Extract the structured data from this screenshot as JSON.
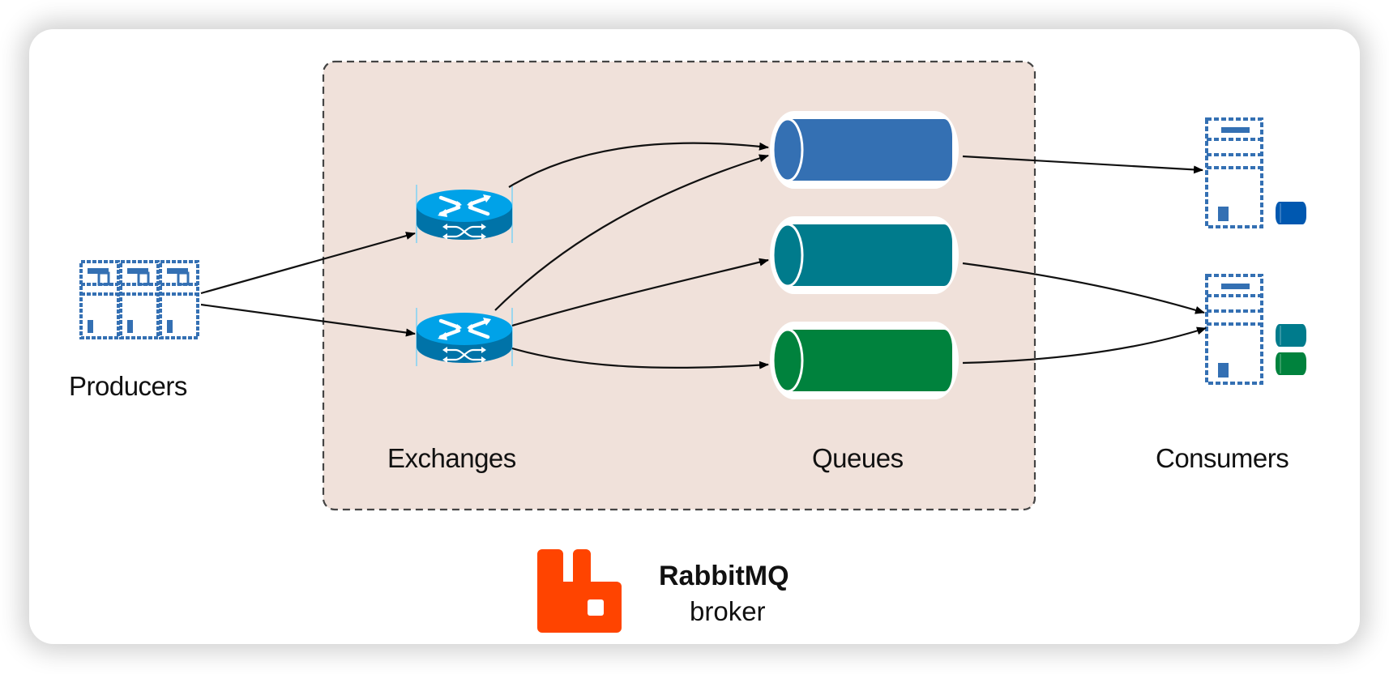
{
  "title": "RabbitMQ broker architecture",
  "labels": {
    "producers": "Producers",
    "exchanges": "Exchanges",
    "queues": "Queues",
    "consumers": "Consumers"
  },
  "brand": {
    "name": "RabbitMQ",
    "subtitle": "broker",
    "logo_icon": "rabbitmq-logo-icon",
    "logo_color": "#ff4400"
  },
  "colors": {
    "broker_background": "#f0e1da",
    "exchange_top": "#00a2e8",
    "exchange_side": "#0073a8",
    "server_blue": "#3470b3"
  },
  "nodes": {
    "producer_group": {
      "icon": "server-rack-icon",
      "count": 3
    },
    "exchanges": [
      {
        "id": "exchange-1",
        "icon": "router-icon"
      },
      {
        "id": "exchange-2",
        "icon": "router-icon"
      }
    ],
    "queues": [
      {
        "id": "queue-1",
        "color": "#3470b3"
      },
      {
        "id": "queue-2",
        "color": "#007b8c"
      },
      {
        "id": "queue-3",
        "color": "#00823d"
      }
    ],
    "consumers": [
      {
        "id": "consumer-1",
        "icon": "server-icon",
        "mini_queues": [
          "#0058b0"
        ]
      },
      {
        "id": "consumer-2",
        "icon": "server-icon",
        "mini_queues": [
          "#007b8c",
          "#00823d"
        ]
      }
    ]
  },
  "edges": [
    {
      "from": "producers",
      "to": "exchange-1"
    },
    {
      "from": "producers",
      "to": "exchange-2"
    },
    {
      "from": "exchange-1",
      "to": "queue-1"
    },
    {
      "from": "exchange-2",
      "to": "queue-1"
    },
    {
      "from": "exchange-2",
      "to": "queue-2"
    },
    {
      "from": "exchange-2",
      "to": "queue-3"
    },
    {
      "from": "queue-1",
      "to": "consumer-1"
    },
    {
      "from": "queue-2",
      "to": "consumer-2"
    },
    {
      "from": "queue-3",
      "to": "consumer-2"
    }
  ]
}
